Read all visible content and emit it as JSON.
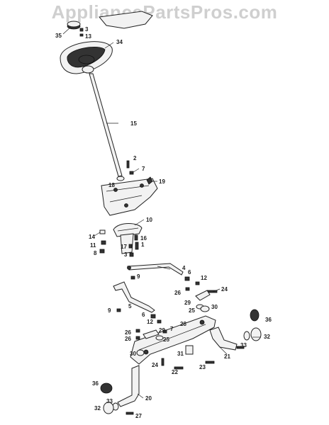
{
  "watermark": "AppliancePartsPros.com",
  "callouts": [
    {
      "label": "35"
    },
    {
      "label": "3"
    },
    {
      "label": "13"
    },
    {
      "label": "34"
    },
    {
      "label": "15"
    },
    {
      "label": "2"
    },
    {
      "label": "7"
    },
    {
      "label": "18"
    },
    {
      "label": "19"
    },
    {
      "label": "10"
    },
    {
      "label": "14"
    },
    {
      "label": "16"
    },
    {
      "label": "11"
    },
    {
      "label": "17"
    },
    {
      "label": "1"
    },
    {
      "label": "8"
    },
    {
      "label": "3"
    },
    {
      "label": "4"
    },
    {
      "label": "9"
    },
    {
      "label": "6"
    },
    {
      "label": "12"
    },
    {
      "label": "26"
    },
    {
      "label": "24"
    },
    {
      "label": "29"
    },
    {
      "label": "25"
    },
    {
      "label": "30"
    },
    {
      "label": "5"
    },
    {
      "label": "9"
    },
    {
      "label": "6"
    },
    {
      "label": "12"
    },
    {
      "label": "36"
    },
    {
      "label": "28"
    },
    {
      "label": "33"
    },
    {
      "label": "32"
    },
    {
      "label": "26"
    },
    {
      "label": "7"
    },
    {
      "label": "29"
    },
    {
      "label": "26"
    },
    {
      "label": "25"
    },
    {
      "label": "30"
    },
    {
      "label": "31"
    },
    {
      "label": "21"
    },
    {
      "label": "24"
    },
    {
      "label": "22"
    },
    {
      "label": "23"
    },
    {
      "label": "36"
    },
    {
      "label": "20"
    },
    {
      "label": "32"
    },
    {
      "label": "33"
    },
    {
      "label": "27"
    }
  ]
}
